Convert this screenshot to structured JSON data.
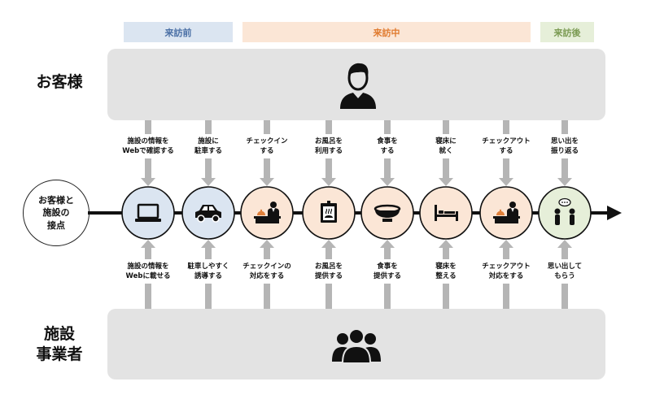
{
  "phases": {
    "before": "来訪前",
    "during": "来訪中",
    "after": "来訪後"
  },
  "labels": {
    "customer": "お客様",
    "provider_line1": "施設",
    "provider_line2": "事業者",
    "touchpoint_line1": "お客様と",
    "touchpoint_line2": "施設の",
    "touchpoint_line3": "接点"
  },
  "steps": [
    {
      "icon": "laptop-icon",
      "phase": "before",
      "customer": [
        "施設の情報を",
        "Webで確認する"
      ],
      "provider": [
        "施設の情報を",
        "Webに載せる"
      ]
    },
    {
      "icon": "car-icon",
      "phase": "before",
      "customer": [
        "施設に",
        "駐車する"
      ],
      "provider": [
        "駐車しやすく",
        "誘導する"
      ]
    },
    {
      "icon": "reception-icon",
      "phase": "during",
      "customer": [
        "チェックイン",
        "する"
      ],
      "provider": [
        "チェックインの",
        "対応をする"
      ]
    },
    {
      "icon": "bath-icon",
      "phase": "during",
      "customer": [
        "お風呂を",
        "利用する"
      ],
      "provider": [
        "お風呂を",
        "提供する"
      ]
    },
    {
      "icon": "meal-bowl-icon",
      "phase": "during",
      "customer": [
        "食事を",
        "する"
      ],
      "provider": [
        "食事を",
        "提供する"
      ]
    },
    {
      "icon": "bed-icon",
      "phase": "during",
      "customer": [
        "寝床に",
        "就く"
      ],
      "provider": [
        "寝床を",
        "整える"
      ]
    },
    {
      "icon": "reception-icon",
      "phase": "during",
      "customer": [
        "チェックアウト",
        "する"
      ],
      "provider": [
        "チェックアウト",
        "対応をする"
      ]
    },
    {
      "icon": "conversation-icon",
      "phase": "after",
      "customer": [
        "思い出を",
        "振り返る"
      ],
      "provider": [
        "思い出して",
        "もらう"
      ]
    }
  ],
  "colors": {
    "before": "#dbe5f1",
    "during": "#fbe6d6",
    "after": "#e6efd9",
    "before_text": "#4a6fa5",
    "during_text": "#e07a2e",
    "after_text": "#7a9a52",
    "panel": "#e3e3e3",
    "arrow": "#b5b5b5"
  }
}
